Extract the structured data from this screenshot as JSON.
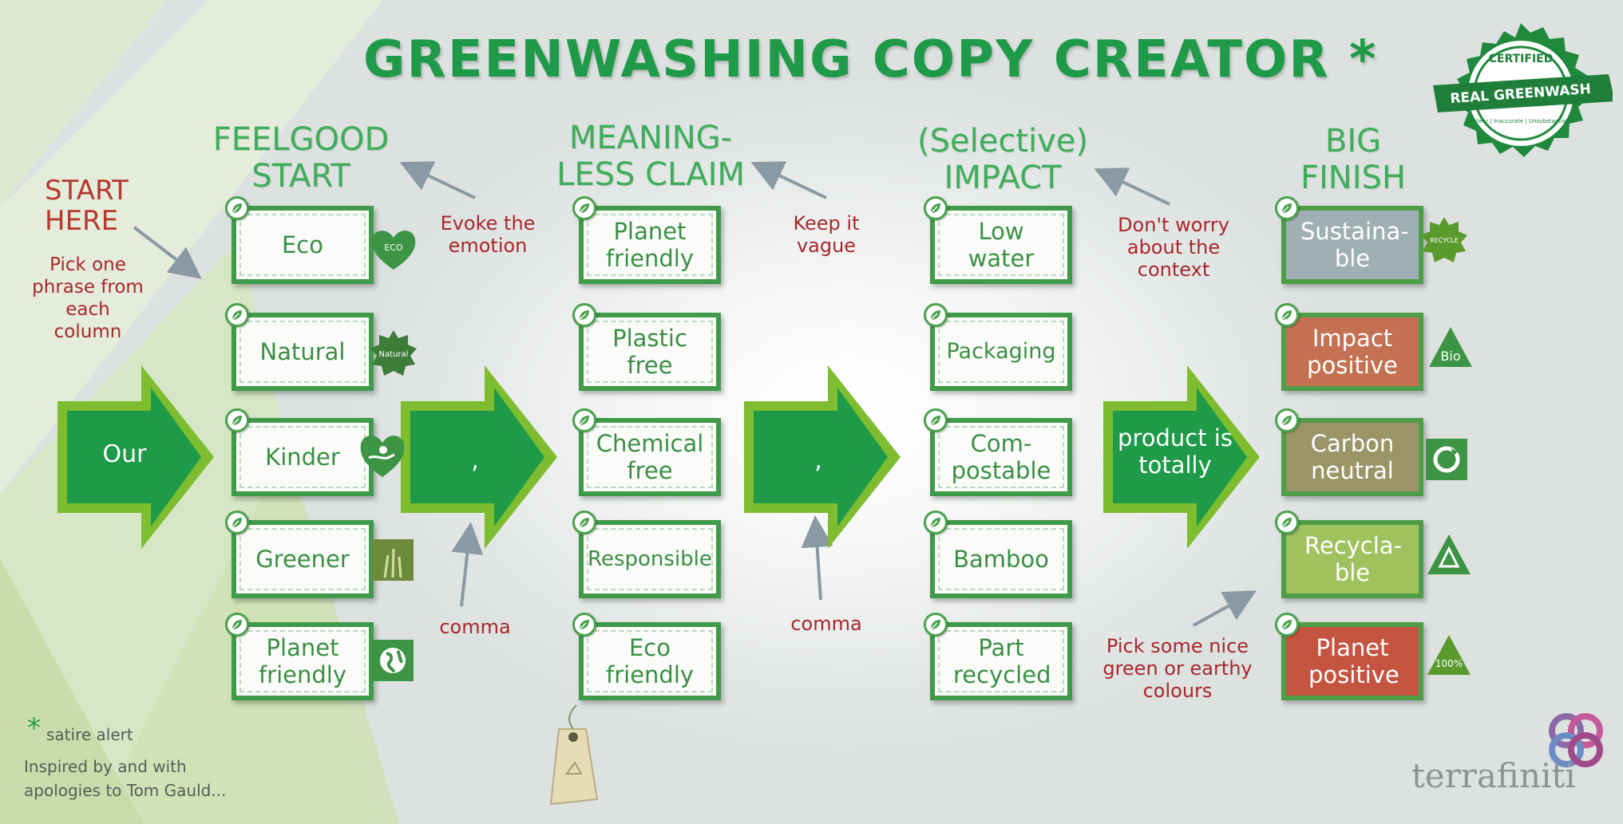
{
  "title": "GREENWASHING COPY CREATOR *",
  "seal": {
    "top": "CERTIFIED",
    "band": "REAL GREENWASH",
    "bottom": "Unclear | Inaccurate | Unsubstantiated"
  },
  "start": {
    "heading": "START HERE",
    "instruction": "Pick one phrase from each column"
  },
  "columns": [
    {
      "heading": "FEELGOOD START",
      "note": "Evoke the emotion",
      "items": [
        {
          "label": "Eco",
          "badge": "ECO"
        },
        {
          "label": "Natural",
          "badge": "Natural"
        },
        {
          "label": "Kinder",
          "badge": ""
        },
        {
          "label": "Greener",
          "badge": ""
        },
        {
          "label": "Planet friendly",
          "badge": ""
        }
      ]
    },
    {
      "heading": "MEANING-LESS CLAIM",
      "note": "Keep it vague",
      "items": [
        {
          "label": "Planet friendly"
        },
        {
          "label": "Plastic free"
        },
        {
          "label": "Chemical free"
        },
        {
          "label": "Responsible"
        },
        {
          "label": "Eco friendly"
        }
      ]
    },
    {
      "heading": "(Selective) IMPACT",
      "note": "Don't worry about the context",
      "items": [
        {
          "label": "Low water"
        },
        {
          "label": "Packaging"
        },
        {
          "label": "Com-postable"
        },
        {
          "label": "Bamboo"
        },
        {
          "label": "Part recycled"
        }
      ]
    },
    {
      "heading": "BIG FINISH",
      "note": "Pick some nice green or earthy colours",
      "items": [
        {
          "label": "Sustaina-ble",
          "color": "#9fb0b4",
          "badge": "RECYCLE"
        },
        {
          "label": "Impact positive",
          "color": "#c47152",
          "badge": "Bio"
        },
        {
          "label": "Carbon neutral",
          "color": "#9a9467",
          "badge": ""
        },
        {
          "label": "Recycla-ble",
          "color": "#9fc15e",
          "badge": ""
        },
        {
          "label": "Planet positive",
          "color": "#c45440",
          "badge": "100%"
        }
      ]
    }
  ],
  "arrows": [
    {
      "label": "Our"
    },
    {
      "label": ","
    },
    {
      "label": ","
    },
    {
      "label": "product is totally"
    }
  ],
  "comma_notes": [
    "comma",
    "comma"
  ],
  "footer": {
    "satire": "satire alert",
    "credit": "Inspired by and with apologies to Tom Gauld..."
  },
  "logo": {
    "name": "terrafiniti"
  },
  "colors": {
    "title_green": "#1f9a48",
    "heading_green": "#3fae5a",
    "arrow_green": "#1e9a48",
    "arrow_outline": "#7dbd2f",
    "note_red": "#a8282c",
    "card_border": "#3f9a4a"
  }
}
